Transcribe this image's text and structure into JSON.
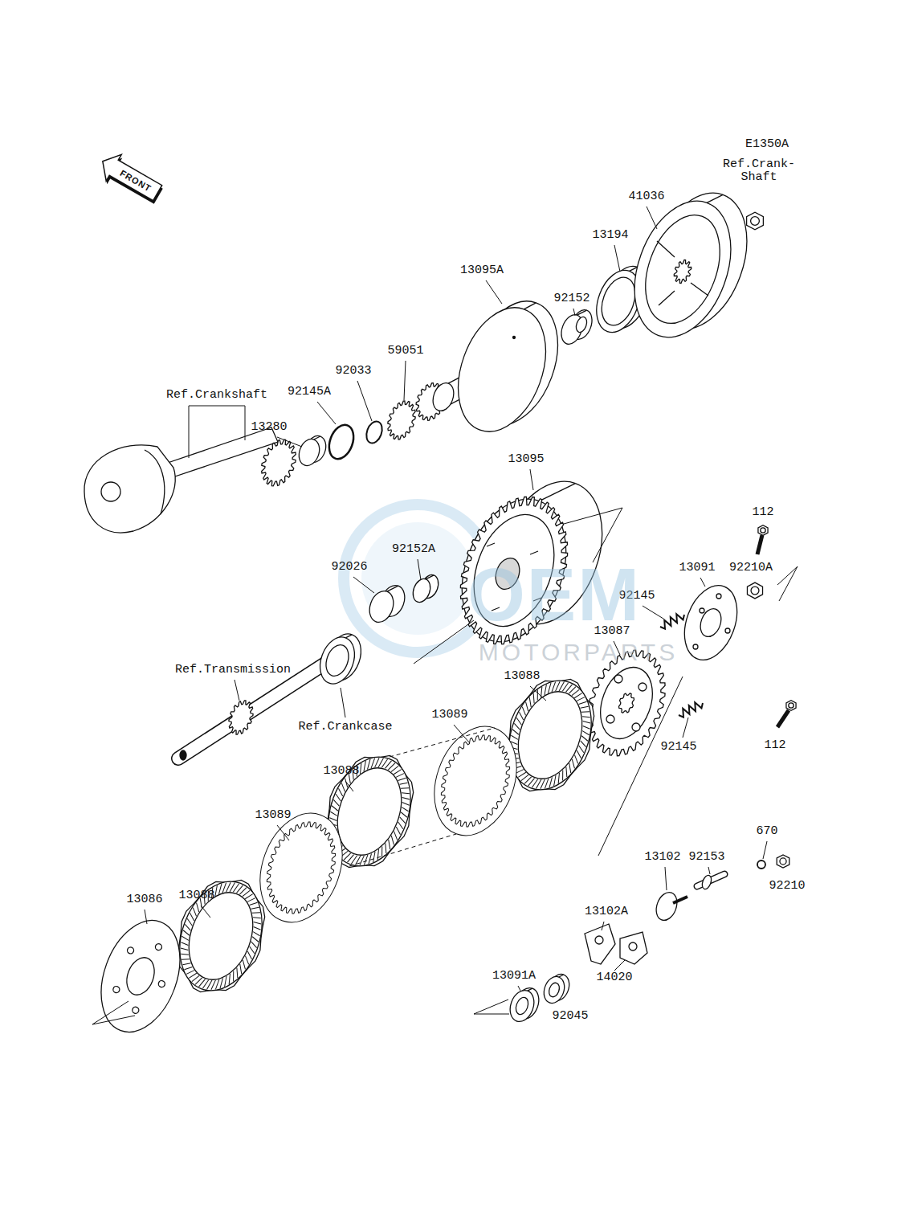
{
  "diagram": {
    "nodes": [
      {
        "text": [
          "FRONT"
        ]
      }
    ],
    "labels": [
      "E1350A",
      "Ref.Crank- Shaft",
      "41036",
      "13194",
      "13095A",
      "92152",
      "59051",
      "92033",
      "92145A",
      "Ref.Crankshaft",
      "13280",
      "13095",
      "112",
      "92152A",
      "92026",
      "13091",
      "92210A",
      "92145",
      "13087",
      "Ref.Transmission",
      "13088",
      "13089",
      "Ref.Crankcase",
      "92145",
      "112",
      "13088",
      "13089",
      "670",
      "13102",
      "92153",
      "92210",
      "13088",
      "13086",
      "13102A",
      "13091A",
      "14020",
      "92045",
      "OEM",
      "MOTORPARTS"
    ]
  }
}
